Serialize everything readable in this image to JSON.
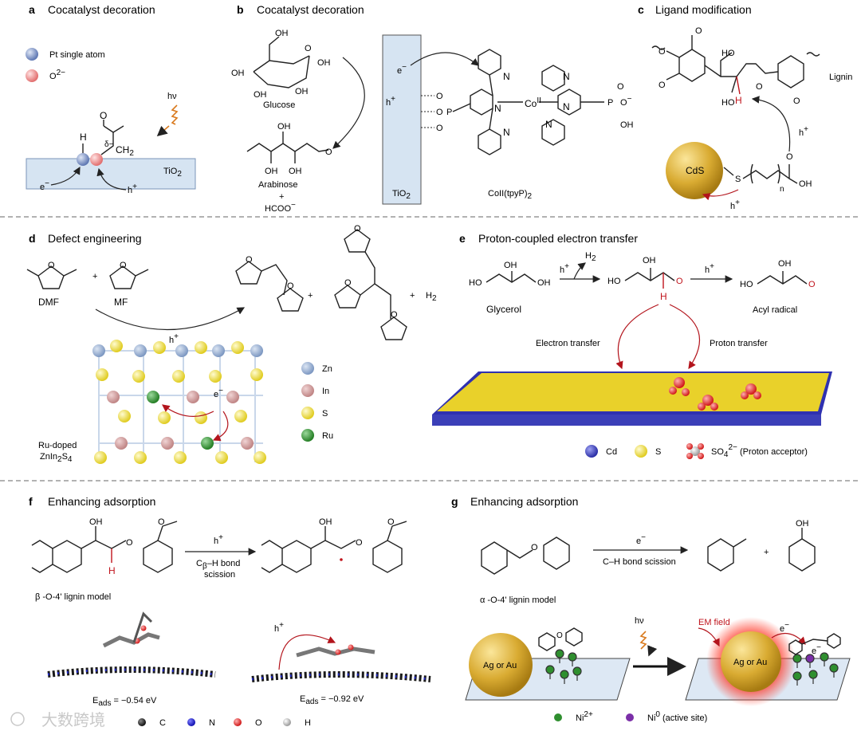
{
  "panels": {
    "a": {
      "letter": "a",
      "title": "Cocatalyst decoration",
      "legend_pt": "Pt single atom",
      "legend_o": "O",
      "legend_o_sup": "2−",
      "hv": "hν",
      "h": "H",
      "c_o": "O",
      "delta": "δ−",
      "ch2": "CH",
      "ch2_sub": "2",
      "tio2": "TiO",
      "tio2_sub": "2",
      "e": "e",
      "e_sup": "−",
      "hplus": "h",
      "hplus_sup": "+"
    },
    "b": {
      "letter": "b",
      "title": "Cocatalyst decoration",
      "glucose": "Glucose",
      "arabinose": "Arabinose",
      "plus": "+",
      "hcoo": "HCOO",
      "hcoo_sup": "−",
      "e": "e",
      "e_sup": "−",
      "h": "h",
      "h_sup": "+",
      "tio2": "TiO",
      "tio2_sub": "2",
      "co": "Co",
      "co_sup": "II",
      "complex": "CoII(tpyP)",
      "complex_sub": "2",
      "oh": "OH",
      "o": "O",
      "p": "P",
      "n": "N",
      "o_minus": "O",
      "o_minus_sup": "−"
    },
    "c": {
      "letter": "c",
      "title": "Ligand modification",
      "lignin": "Lignin",
      "cds": "CdS",
      "s": "S",
      "n": "n",
      "oh": "OH",
      "ho": "HO",
      "o": "O",
      "h": "H",
      "hplus": "h",
      "hplus_sup": "+"
    },
    "d": {
      "letter": "d",
      "title": "Defect engineering",
      "dmf": "DMF",
      "mf": "MF",
      "plus": "+",
      "h2": "H",
      "h2_sub": "2",
      "hplus": "h",
      "hplus_sup": "+",
      "e": "e",
      "e_sup": "−",
      "zn": "Zn",
      "in": "In",
      "s": "S",
      "ru": "Ru",
      "o": "O",
      "doped_l1": "Ru-doped",
      "doped_l2": "ZnIn",
      "doped_l2_sub1": "2",
      "doped_l2_mid": "S",
      "doped_l2_sub2": "4"
    },
    "e": {
      "letter": "e",
      "title": "Proton-coupled electron transfer",
      "glycerol": "Glycerol",
      "h2": "H",
      "h2_sub": "2",
      "hplus": "h",
      "hplus_sup": "+",
      "acyl": "Acyl radical",
      "et": "Electron transfer",
      "pt": "Proton transfer",
      "oh": "OH",
      "ho": "HO",
      "o": "O",
      "h": "H",
      "cd": "Cd",
      "s": "S",
      "so4": "SO",
      "so4_sub": "4",
      "so4_sup": "2−",
      "so4_note": "(Proton acceptor)"
    },
    "f": {
      "letter": "f",
      "title": "Enhancing adsorption",
      "model": "β -O-4' lignin model",
      "hplus": "h",
      "hplus_sup": "+",
      "bond1": "C",
      "bond1_sub": "β",
      "bond1_rest": "–H bond",
      "bond2": "scission",
      "eads1": "= −0.54 eV",
      "eads2": "= −0.92 eV",
      "eads_label": "E",
      "eads_sub": "ads",
      "c": "C",
      "n": "N",
      "o": "O",
      "h": "H",
      "oh": "OH",
      "h_red": "H"
    },
    "g": {
      "letter": "g",
      "title": "Enhancing adsorption",
      "e": "e",
      "e_sup": "−",
      "bond": "C–H bond scission",
      "plus": "+",
      "model": "α -O-4' lignin model",
      "oh": "OH",
      "o": "O",
      "hv": "hν",
      "em": "EM field",
      "agau": "Ag or Au",
      "ni2": "Ni",
      "ni2_sup": "2+",
      "ni0": "Ni",
      "ni0_sup": "0",
      "ni0_note": "(active site)"
    }
  },
  "watermark": "大数跨境",
  "colors": {
    "pt": "#7f96c8",
    "o_ion": "#f08c8c",
    "tio2": "#d6e4f2",
    "zn": "#8fa9cf",
    "in": "#cf9a9a",
    "s": "#f0e24a",
    "ru": "#3a9a3a",
    "cd": "#3b3fb8",
    "ni2": "#2f8f2f",
    "ni0": "#7b2fa8",
    "gold": "#d4a72c",
    "em": "#e8261f",
    "red": "#c0141c"
  }
}
